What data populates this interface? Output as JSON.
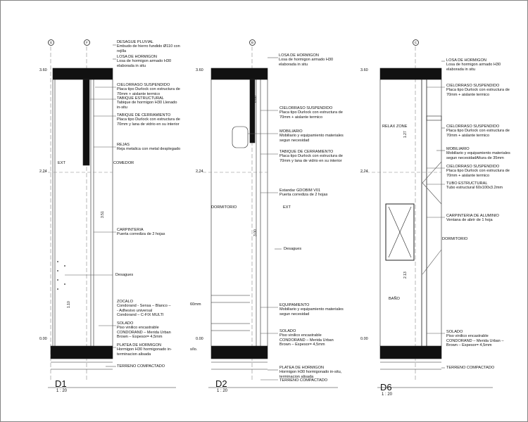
{
  "details": [
    {
      "id": "D1",
      "scale": "1 : 20",
      "grid": [
        "G",
        "F"
      ],
      "levels": [
        "3.60",
        "2.24",
        "0.00"
      ],
      "dims": [
        "3.51",
        "1.10"
      ],
      "rooms": [
        "EXT",
        "COMEDOR"
      ],
      "labels": [
        {
          "title": "DESAGUE PLUVIAL",
          "desc": "Embudo de hierro fundido Ø110 con\nrejilla"
        },
        {
          "title": "LOSA DE HORMIGON",
          "desc": "Losa de hormigon armado H30\nelaborada in situ"
        },
        {
          "title": "CIELORRASO SUSPENDIDO",
          "desc": "Placa tipo Durlock con estructura de\n70mm + aislante termico"
        },
        {
          "title": "TABIQUE ESTRUCTURAL",
          "desc": "Tabique de hormigon H30 Llenado\nin-situ"
        },
        {
          "title": "TABIQUE DE CERRAMIENTO",
          "desc": "Placa tipo Durlock con estructura de\n70mm y lana de vidrio en su interior"
        },
        {
          "title": "REJAS",
          "desc": "Reja metalica con metal desplegado"
        },
        {
          "title": "CARPINTERIA",
          "desc": "Puerta corrediza de 2 hojas"
        },
        {
          "title": "Desagues",
          "desc": ""
        },
        {
          "title": "ZOCALO",
          "desc": "Condorand - Sensa – Blanco –\n- Adhesivo universal\nCondorand – C-FIX MULTI"
        },
        {
          "title": "SOLADO",
          "desc": "Piso vinilico encastrable\nCONDORAND – Merida Urban\nBrown – Espesor= 4,5mm"
        },
        {
          "title": "PLATEA DE HORMIGON",
          "desc": "Hormigon H30 hormigonado in-\nterminacion alisada"
        },
        {
          "title": "TERRENO COMPACTADO",
          "desc": ""
        }
      ]
    },
    {
      "id": "D2",
      "scale": "1 : 20",
      "grid": [
        "B"
      ],
      "levels": [
        "3.60",
        "2.24",
        "0.00"
      ],
      "dims": [
        "0.60",
        "3.00"
      ],
      "rooms": [
        "DORMITORIO",
        "EXT"
      ],
      "notes": [
        "60mm",
        "s/lo."
      ],
      "labels": [
        {
          "title": "LOSA DE HORMIGON",
          "desc": "Losa de hormigon armado H30\nelaborada in situ"
        },
        {
          "title": "CIELORRASO SUSPENDIDO",
          "desc": "Placa tipo Durlock con estructura de\n70mm + aislante termico"
        },
        {
          "title": "MOBILIARIO",
          "desc": "Mobiliario y equipamiento materiales\nsegun necesidad"
        },
        {
          "title": "TABIQUE DE CERRAMIENTO",
          "desc": "Placa tipo Durlock con estructura de\n70mm y lana de vidrio en su interior"
        },
        {
          "title": "Estandar GDOBIM V01",
          "desc": "Puerta corrediza de 2 hojas"
        },
        {
          "title": "Desagues",
          "desc": ""
        },
        {
          "title": "EQUIPAMIENTO",
          "desc": "Mobiliario y equipamiento materiales\nsegun necesidad"
        },
        {
          "title": "SOLADO",
          "desc": "Piso vinilico encastrable\nCONDORAND – Merida Urban\nBrown – Espesor= 4,5mm"
        },
        {
          "title": "PLATEA DE HORMIGON",
          "desc": "Hormigon H30 hormigonado in-situ,\nterminacion alisada"
        },
        {
          "title": "TERRENO COMPACTADO",
          "desc": ""
        }
      ]
    },
    {
      "id": "D6",
      "scale": "1 : 20",
      "grid": [
        "C"
      ],
      "levels": [
        "3.60",
        "2.24",
        "0.00"
      ],
      "dims": [
        "1.27",
        "2.13"
      ],
      "rooms": [
        "RELAX ZONE",
        "DORMITORIO",
        "BAÑO"
      ],
      "labels": [
        {
          "title": "LOSA DE HORMIGON",
          "desc": "Losa de hormigon armado H30\nelaborada in situ"
        },
        {
          "title": "CIELORRASO SUSPENDIDO",
          "desc": "Placa tipo Durlock con estructura de\n70mm + aislante termico"
        },
        {
          "title": "CIELORRASO SUSPENDIDO",
          "desc": "Placa tipo Durlock con estructura de\n70mm + aislante termico"
        },
        {
          "title": "MOBILIARIO",
          "desc": "Mobiliario y equipamiento materiales\nsegun necesidadAltura de 35mm"
        },
        {
          "title": "CIELORRASO SUSPENDIDO",
          "desc": "Placa tipo Durlock con estructura de\n70mm + aislante termico"
        },
        {
          "title": "TUBO ESTRUCTURAL",
          "desc": "Tubo estructural 60x100x3.2mm"
        },
        {
          "title": "CARPINTERIA DE ALUMINIO",
          "desc": "Ventana de abrir de 1 hoja"
        },
        {
          "title": "SOLADO",
          "desc": "Piso vinilico encastrable\nCONDORAND – Merida Urban –\nBrown – Espesor= 4,5mm"
        },
        {
          "title": "TERRENO COMPACTADO",
          "desc": ""
        }
      ]
    }
  ]
}
